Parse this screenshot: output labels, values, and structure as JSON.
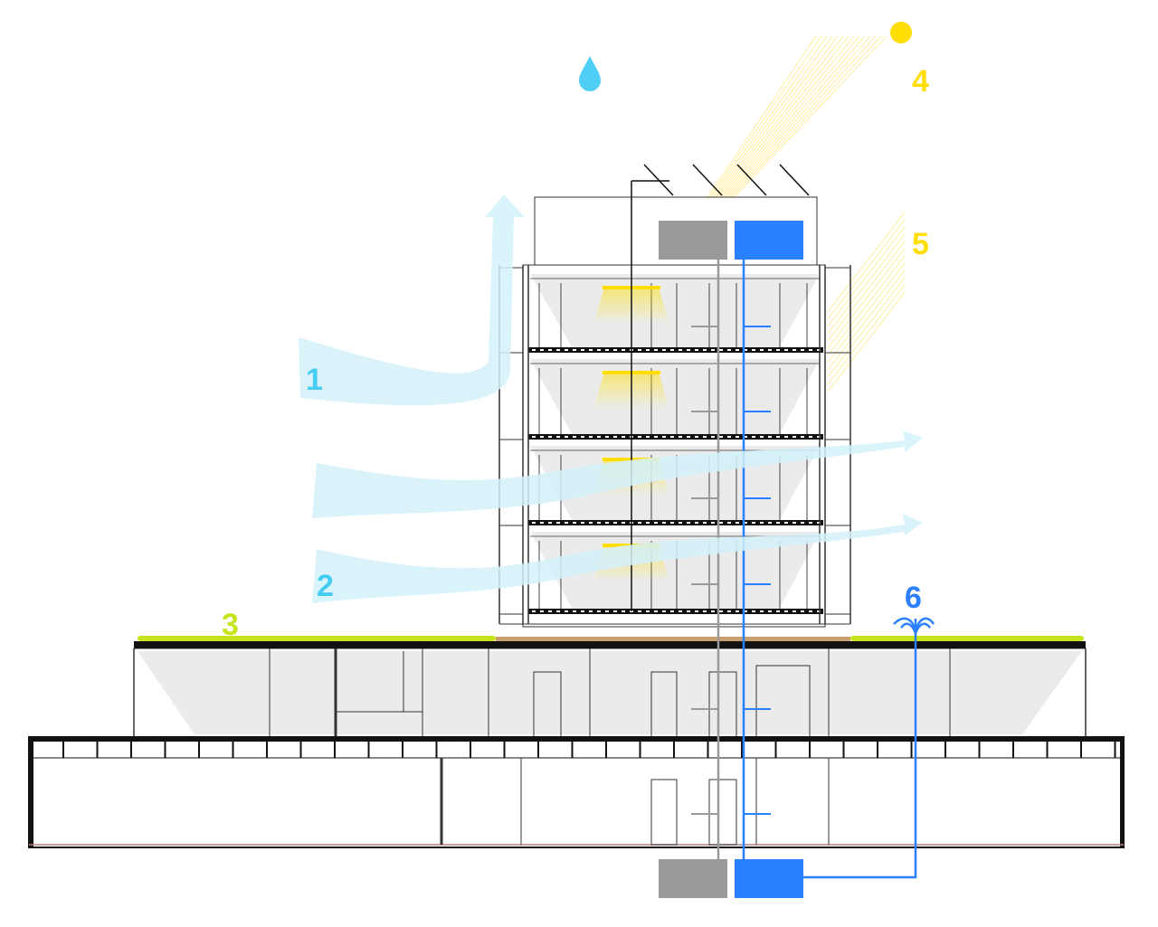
{
  "labels": {
    "natural_ventilation": "1",
    "cross_ventilation": "2",
    "green_roof": "3",
    "solar_panels": "4",
    "solar_shading": "5",
    "water_reuse": "6"
  },
  "colors": {
    "air": "#d4f2fb",
    "air_label": "#47cdf2",
    "green": "#c6e31c",
    "sun": "#ffde00",
    "water": "#2a80ff",
    "rain": "#4fcff5",
    "grey_tank": "#9a9a9a",
    "interior": "#ebebeb"
  },
  "building": {
    "tower_floors": 4
  }
}
